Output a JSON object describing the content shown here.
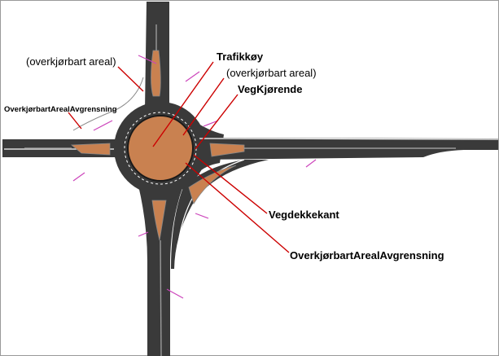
{
  "labels": {
    "overkjorbart_areal_1": "(overkjørbart areal)",
    "overkjorbart_grense_1": "OverkjørbartArealAvgrensning",
    "trafikkoy": "Trafikkøy",
    "overkjorbart_areal_2": "(overkjørbart areal)",
    "vegkjorende": "VegKjørende",
    "vegdekkekant": "Vegdekkekant",
    "overkjorbart_grense_2": "OverkjørbartArealAvgrensning"
  },
  "colors": {
    "road": "#3a3a3a",
    "island": "#c98150",
    "leader": "#cc0000",
    "marker": "#cc44bb",
    "overrun_edge": "#ffffff"
  }
}
